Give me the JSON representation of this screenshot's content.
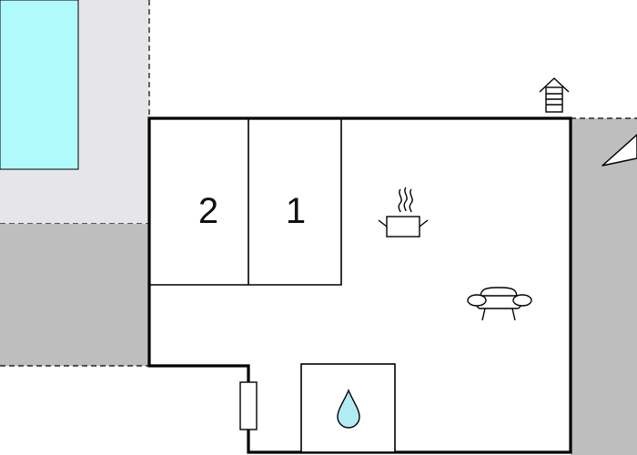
{
  "floor_plan": {
    "rooms": [
      {
        "id": "bedroom-2",
        "number": "2"
      },
      {
        "id": "bedroom-1",
        "number": "1"
      }
    ],
    "icons": [
      "pool-area",
      "terrace-area",
      "kitchen-pot-icon",
      "sofa-icon",
      "water-drop-icon",
      "entrance-door-icon",
      "chimney-icon",
      "roof-gable-icon"
    ],
    "colors": {
      "pool_water": "#b0fafc",
      "pool_deck": "#e6e6ea",
      "terrace": "#bebebe",
      "walls": "#000000",
      "water_drop": "#b0ecf2",
      "background": "#ffffff"
    }
  }
}
